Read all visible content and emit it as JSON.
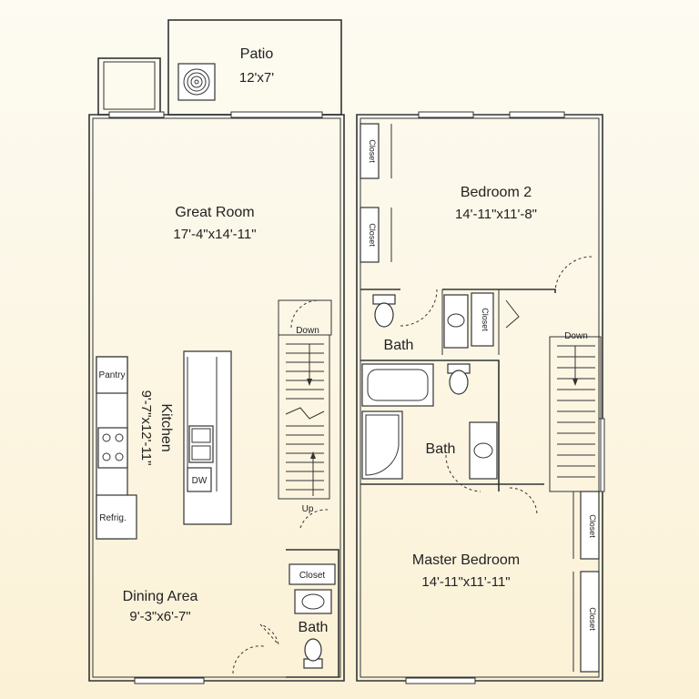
{
  "patio": {
    "name": "Patio",
    "dim": "12'x7'"
  },
  "great_room": {
    "name": "Great Room",
    "dim": "17'-4\"x14'-11\""
  },
  "kitchen": {
    "name": "Kitchen",
    "dim": "9'-7\"x12'-11\""
  },
  "dining": {
    "name": "Dining Area",
    "dim": "9'-3\"x6'-7\""
  },
  "pantry": "Pantry",
  "refrig": "Refrig.",
  "dw": "DW",
  "stairs_down_main": "Down",
  "stairs_up_main": "Up",
  "powder_closet": "Closet",
  "powder_bath": "Bath",
  "bedroom2": {
    "name": "Bedroom 2",
    "dim": "14'-11\"x11'-8\""
  },
  "bed2_closet_a": "Closet",
  "bed2_closet_b": "Closet",
  "hall_closet": "Closet",
  "bath_upper_1": "Bath",
  "bath_upper_2": "Bath",
  "stairs_down_upper": "Down",
  "master": {
    "name": "Master Bedroom",
    "dim": "14'-11\"x11'-11\""
  },
  "master_closet_a": "Closet",
  "master_closet_b": "Closet"
}
